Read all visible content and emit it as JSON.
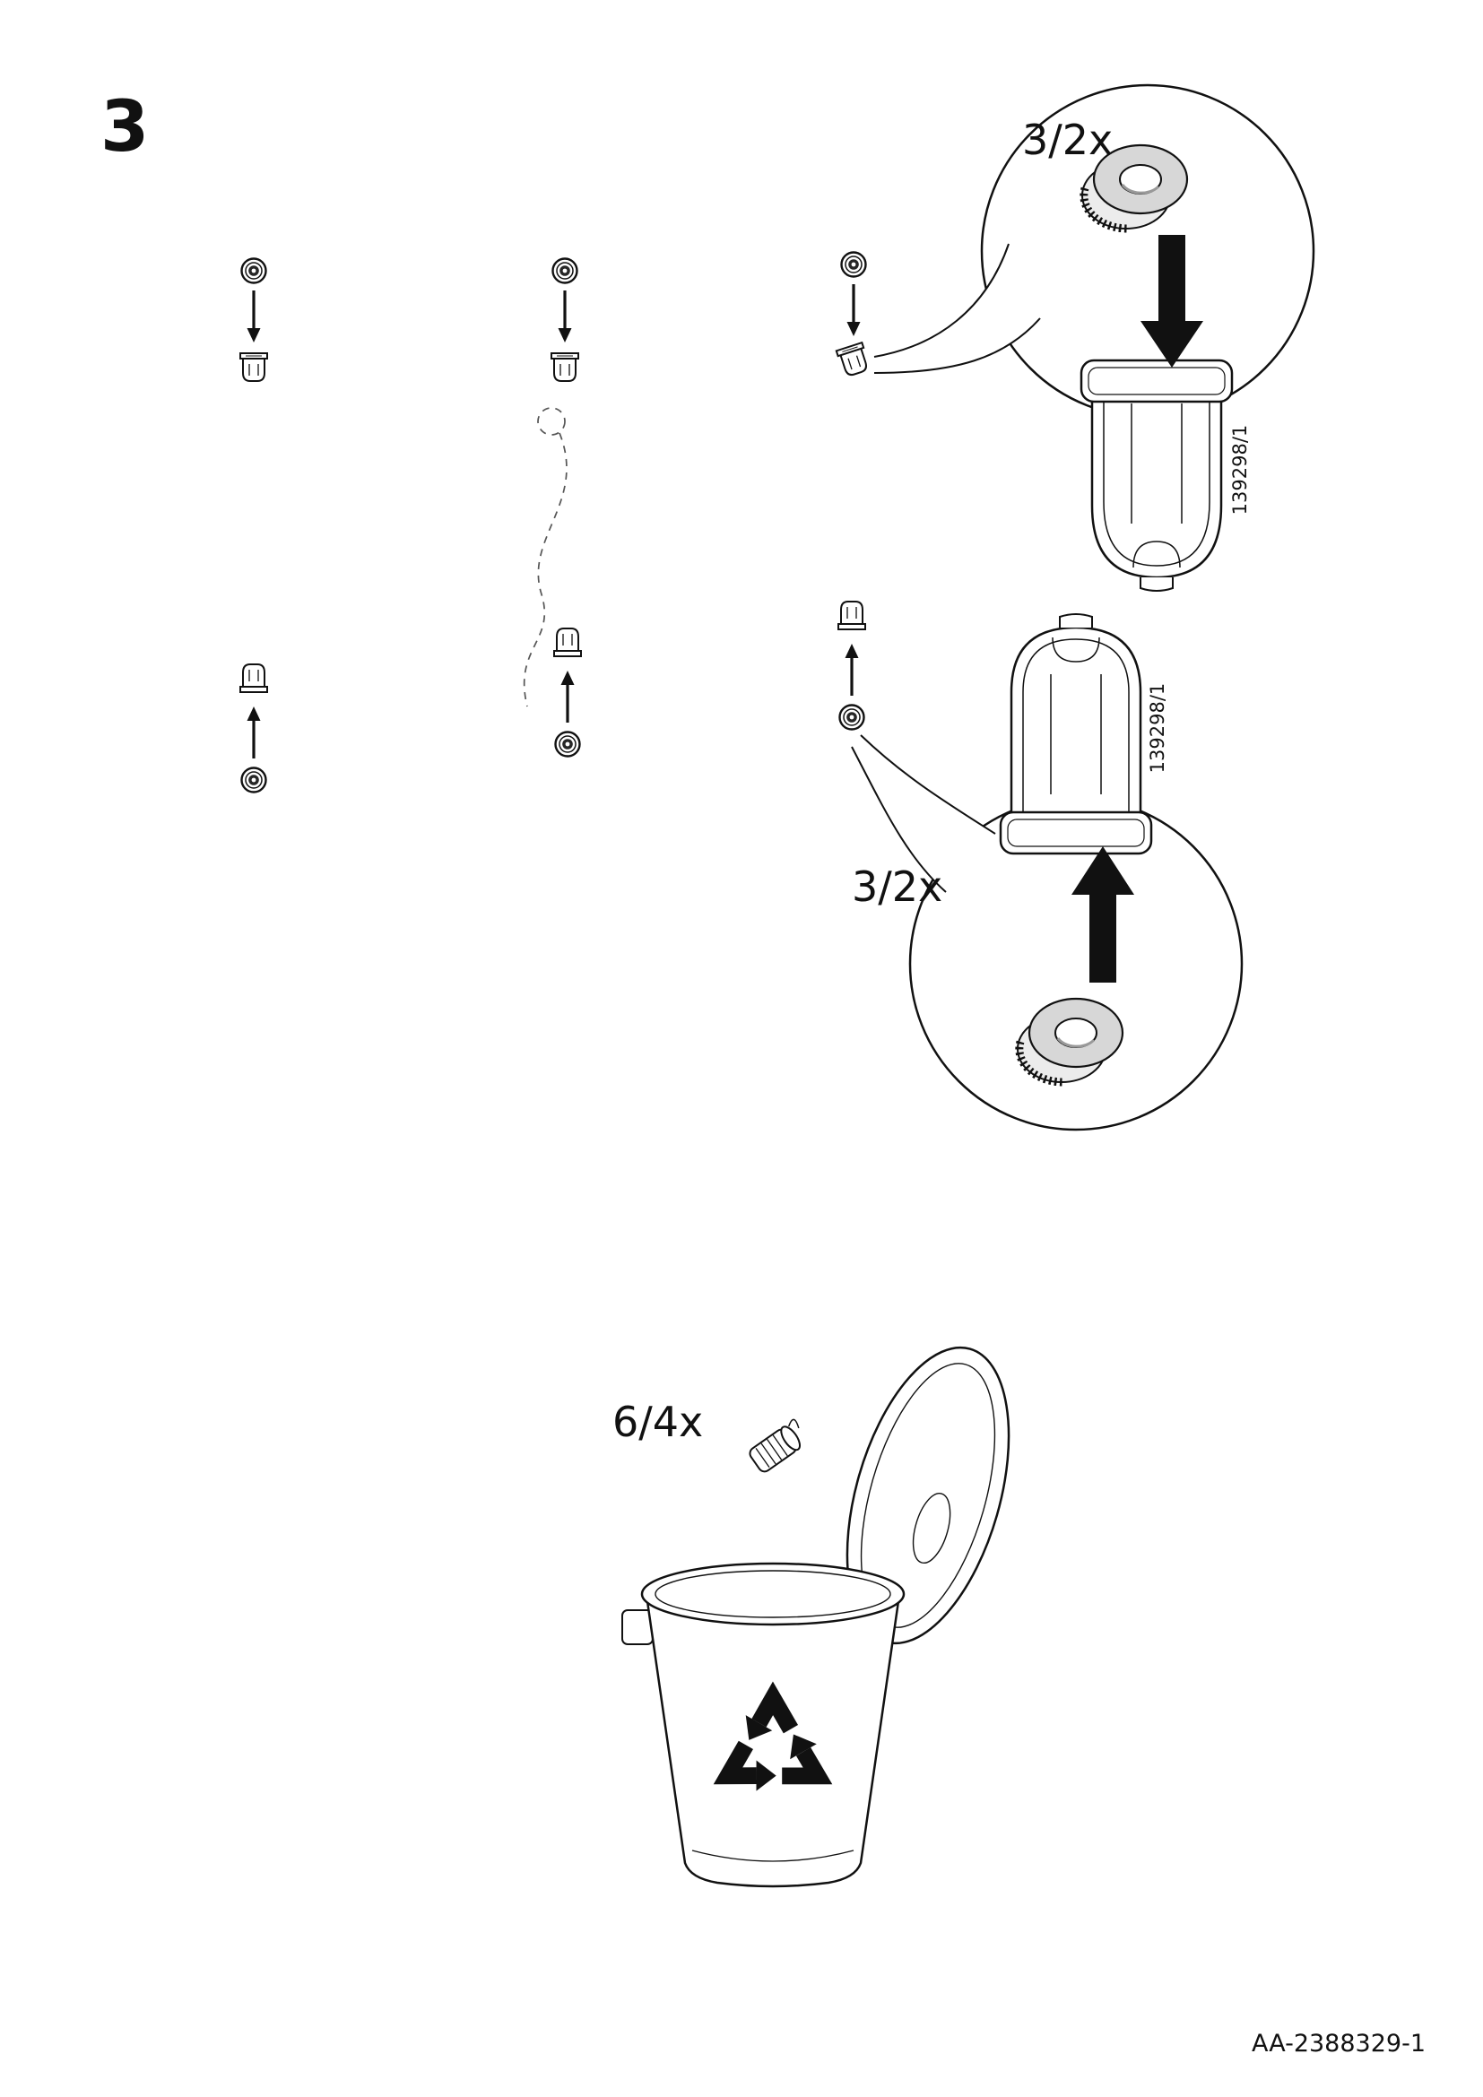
{
  "page": {
    "step_number": "3",
    "document_number": "AA-2388329-1",
    "background": "#ffffff",
    "line_color": "#111111",
    "knob_fill": "#d7d7d7"
  },
  "callout_top": {
    "quantity": "3/2x",
    "part_number": "139298/1"
  },
  "callout_bottom": {
    "quantity": "3/2x",
    "part_number": "139298/1"
  },
  "discard": {
    "quantity": "6/4x"
  },
  "icons": {
    "recycle_symbol": "three-chasing-arrows",
    "bin": "recycling-bin-with-open-lid",
    "fasteners": [
      "grommet-cap",
      "snap-plug",
      "knurled-knob",
      "lock-bracket"
    ]
  }
}
